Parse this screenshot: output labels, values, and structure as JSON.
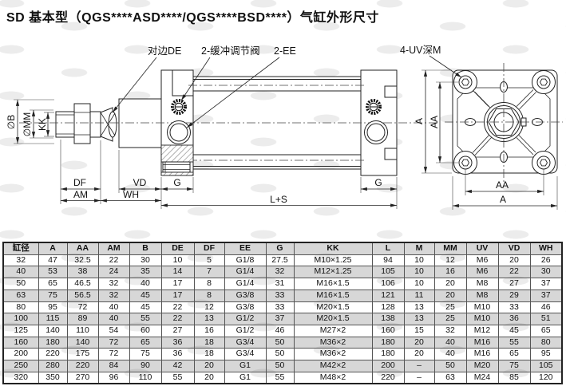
{
  "title": "SD 基本型（QGS****ASD****/QGS****BSD****）气缸外形尺寸",
  "drawing": {
    "callouts": {
      "flats": "对边DE",
      "cushion_valve": "2-缓冲调节阀",
      "port": "2-EE",
      "mount_holes": "4-UV深M"
    },
    "dims": {
      "df": "DF",
      "am": "AM",
      "vd": "VD",
      "wh": "WH",
      "g_front": "G",
      "g_rear": "G",
      "ls": "L+S",
      "dia_b": "∅B",
      "dia_mm": "∅MM",
      "kk": "KK",
      "a_side": "A",
      "aa_side": "AA",
      "aa_bottom": "AA",
      "a_bottom": "A"
    }
  },
  "table": {
    "headers": [
      "缸径",
      "A",
      "AA",
      "AM",
      "B",
      "DE",
      "DF",
      "EE",
      "G",
      "KK",
      "L",
      "M",
      "MM",
      "UV",
      "VD",
      "WH"
    ],
    "rows": [
      [
        "32",
        "47",
        "32.5",
        "22",
        "30",
        "10",
        "5",
        "G1/8",
        "27.5",
        "M10×1.25",
        "94",
        "10",
        "12",
        "M6",
        "20",
        "26"
      ],
      [
        "40",
        "53",
        "38",
        "24",
        "35",
        "14",
        "7",
        "G1/4",
        "32",
        "M12×1.25",
        "105",
        "10",
        "16",
        "M6",
        "22",
        "30"
      ],
      [
        "50",
        "65",
        "46.5",
        "32",
        "40",
        "17",
        "8",
        "G1/4",
        "31",
        "M16×1.5",
        "106",
        "10",
        "20",
        "M8",
        "27",
        "37"
      ],
      [
        "63",
        "75",
        "56.5",
        "32",
        "45",
        "17",
        "8",
        "G3/8",
        "33",
        "M16×1.5",
        "121",
        "11",
        "20",
        "M8",
        "29",
        "37"
      ],
      [
        "80",
        "95",
        "72",
        "40",
        "45",
        "22",
        "12",
        "G3/8",
        "33",
        "M20×1.5",
        "128",
        "13",
        "25",
        "M10",
        "33",
        "46"
      ],
      [
        "100",
        "115",
        "89",
        "40",
        "55",
        "22",
        "13",
        "G1/2",
        "37",
        "M20×1.5",
        "138",
        "13",
        "25",
        "M10",
        "36",
        "51"
      ],
      [
        "125",
        "140",
        "110",
        "54",
        "60",
        "27",
        "16",
        "G1/2",
        "46",
        "M27×2",
        "160",
        "15",
        "32",
        "M12",
        "45",
        "65"
      ],
      [
        "160",
        "180",
        "140",
        "72",
        "65",
        "36",
        "18",
        "G3/4",
        "50",
        "M36×2",
        "180",
        "20",
        "40",
        "M16",
        "55",
        "80"
      ],
      [
        "200",
        "220",
        "175",
        "72",
        "75",
        "36",
        "18",
        "G3/4",
        "50",
        "M36×2",
        "180",
        "20",
        "40",
        "M16",
        "65",
        "95"
      ],
      [
        "250",
        "280",
        "220",
        "84",
        "90",
        "42",
        "20",
        "G1",
        "50",
        "M42×2",
        "200",
        "–",
        "50",
        "M20",
        "75",
        "105"
      ],
      [
        "320",
        "350",
        "270",
        "96",
        "110",
        "55",
        "20",
        "G1",
        "55",
        "M48×2",
        "220",
        "–",
        "63",
        "M24",
        "85",
        "120"
      ]
    ]
  },
  "colors": {
    "line": "#222222",
    "table_shade": "#d8d8d8",
    "watermark": "#ececec"
  }
}
